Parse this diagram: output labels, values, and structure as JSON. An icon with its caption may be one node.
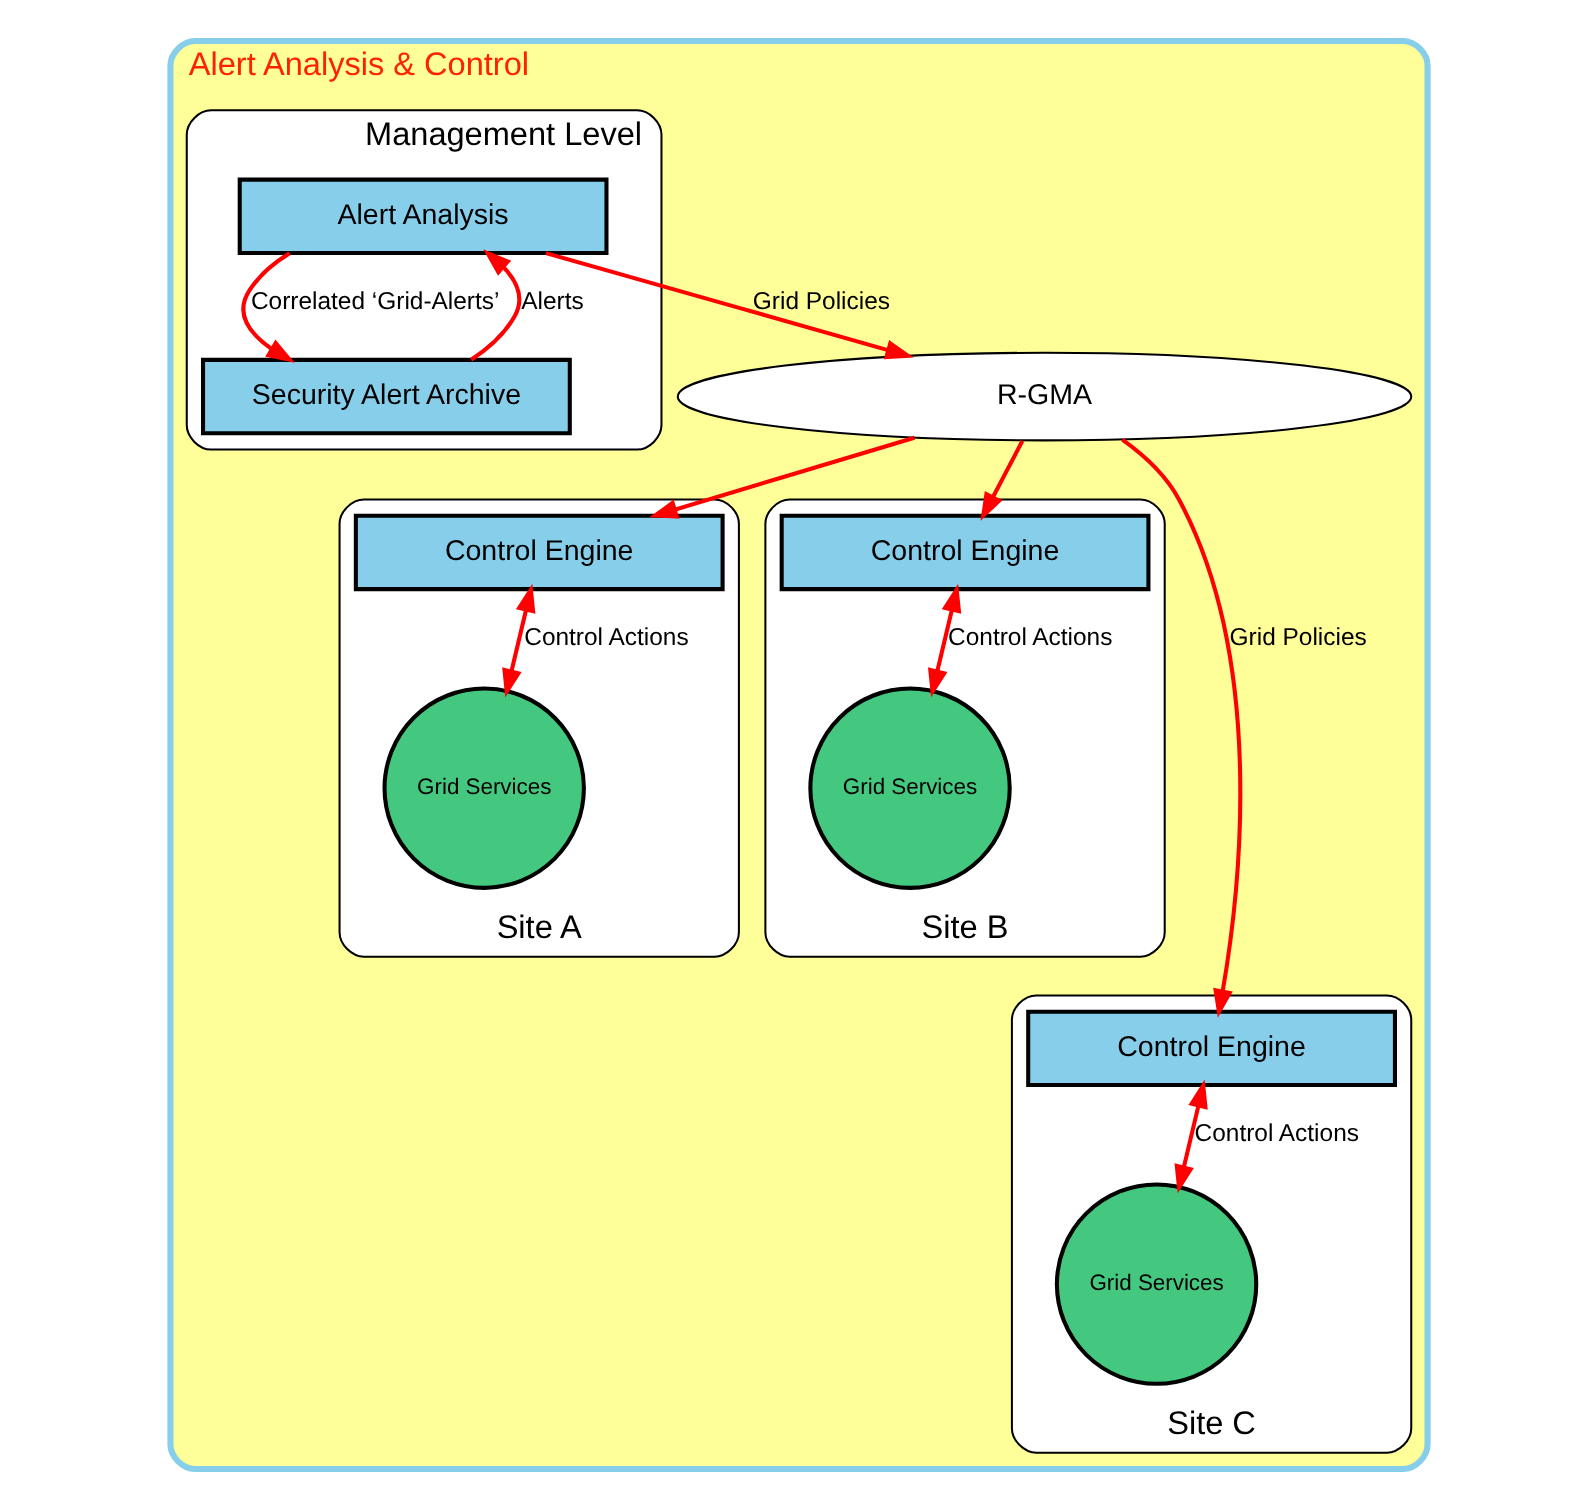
{
  "diagram": {
    "nodes": [
      {
        "text": [
          "Alert Analysis & Control"
        ]
      },
      {
        "text": [
          "Management Level"
        ],
        "in": 0
      },
      {
        "text": [
          "Alert Analysis"
        ],
        "in": 1
      },
      {
        "text": [
          "Security Alert Archive"
        ],
        "in": 1
      },
      {
        "text": [
          "R-GMA"
        ],
        "in": 0
      },
      {
        "text": [
          "Site A"
        ],
        "in": 0
      },
      {
        "text": [
          "Control Engine"
        ],
        "in": 5
      },
      {
        "text": [
          "Grid Services"
        ],
        "in": 5
      },
      {
        "text": [
          "Site B"
        ],
        "in": 0
      },
      {
        "text": [
          "Control Engine"
        ],
        "in": 8
      },
      {
        "text": [
          "Grid Services"
        ],
        "in": 8
      },
      {
        "text": [
          "Site C"
        ],
        "in": 0
      },
      {
        "text": [
          "Control Engine"
        ],
        "in": 11
      },
      {
        "text": [
          "Grid Services"
        ],
        "in": 11
      }
    ],
    "edges": [
      {
        "from": 3,
        "to": 2,
        "arrow": "to",
        "label": "Alerts"
      },
      {
        "from": 2,
        "to": 3,
        "arrow": "to",
        "label": "Correlated ‘Grid-Alerts’"
      },
      {
        "from": 2,
        "to": 4,
        "arrow": "to",
        "label": "Grid Policies"
      },
      {
        "from": 4,
        "to": 6,
        "arrow": "to"
      },
      {
        "from": 4,
        "to": 12,
        "arrow": "to",
        "label": "Grid Policies"
      },
      {
        "from": 4,
        "to": 9,
        "arrow": "to"
      },
      {
        "from": 7,
        "to": 6,
        "arrow": "both",
        "label": "Control Actions"
      },
      {
        "from": 10,
        "to": 9,
        "arrow": "both",
        "label": "Control Actions"
      },
      {
        "from": 13,
        "to": 12,
        "arrow": "both",
        "label": "Control Actions"
      }
    ]
  }
}
